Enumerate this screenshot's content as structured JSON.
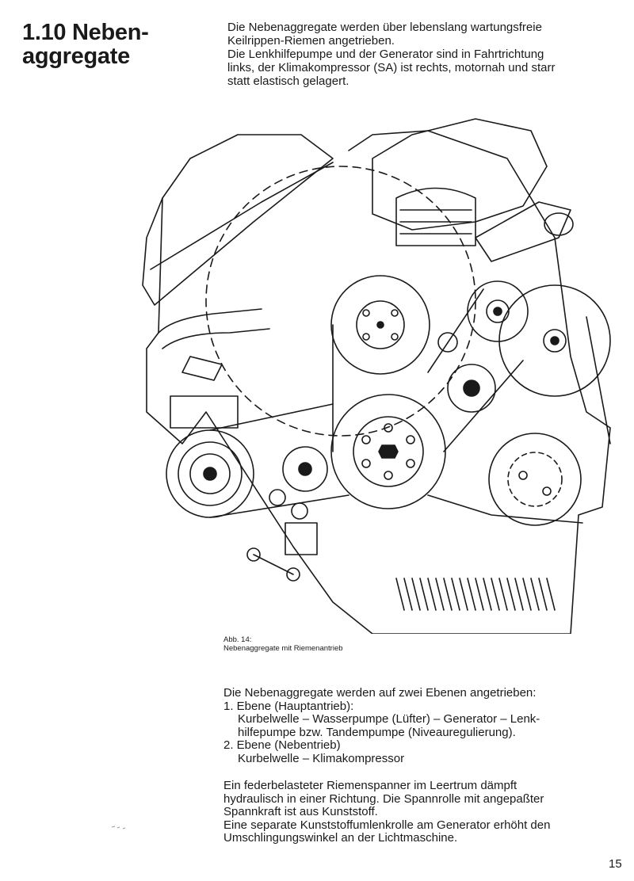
{
  "section": {
    "number": "1.10",
    "title_line1": "Neben-",
    "title_line2": "aggregate"
  },
  "intro": {
    "line1": "Die Nebenaggregate werden über lebenslang wartungsfreie",
    "line2": "Keilrippen-Riemen angetrieben.",
    "line3": "Die Lenkhilfepumpe und der Generator sind in Fahrtrichtung",
    "line4": "links, der Klimakompressor (SA) ist rechts, motornah und starr",
    "line5": "statt elastisch gelagert."
  },
  "figure": {
    "caption_number": "Abb. 14:",
    "caption_text": "Nebenaggregate mit Riemenantrieb"
  },
  "body": {
    "lead": "Die Nebenaggregate werden auf zwei Ebenen angetrieben:",
    "level1_title": "1. Ebene (Hauptantrieb):",
    "level1_line1": "Kurbelwelle – Wasserpumpe (Lüfter) – Generator – Lenk-",
    "level1_line2": "hilfepumpe bzw. Tandempumpe (Niveauregulierung).",
    "level2_title": "2. Ebene (Nebentrieb)",
    "level2_line1": "Kurbelwelle – Klimakompressor",
    "para2_line1": "Ein federbelasteter Riemenspanner im Leertrum dämpft",
    "para2_line2": "hydraulisch in einer Richtung. Die Spannrolle mit angepaßter",
    "para2_line3": "Spannkraft ist aus Kunststoff.",
    "para2_line4": "Eine separate Kunststoffumlenkrolle am Generator erhöht den",
    "para2_line5": "Umschlingungswinkel an der Lichtmaschine."
  },
  "page_number": "15",
  "colors": {
    "ink": "#1a1a1a",
    "paper": "#ffffff"
  }
}
